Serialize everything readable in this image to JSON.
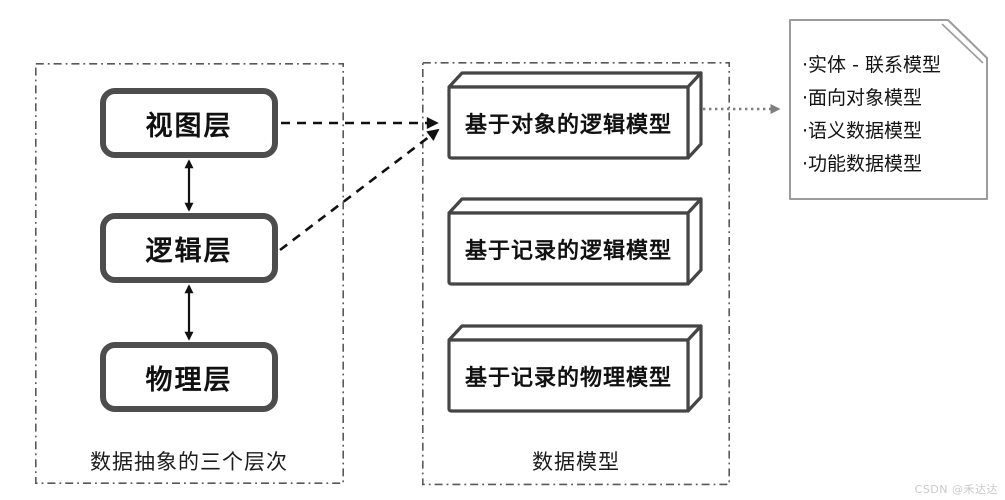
{
  "palette": {
    "layer_box_border": "#4d4d4d",
    "panel_border": "#595959",
    "model_box_border": "#454545",
    "note_border": "#9c9c9c",
    "arrow_black": "#111111",
    "arrow_gray": "#7f7f7f",
    "text": "#111111",
    "watermark": "#c9c9c9"
  },
  "abstraction_panel": {
    "label": "数据抽象的三个层次",
    "layers": [
      {
        "label": "视图层"
      },
      {
        "label": "逻辑层"
      },
      {
        "label": "物理层"
      }
    ]
  },
  "model_panel": {
    "label": "数据模型",
    "models": [
      {
        "label": "基于对象的逻辑模型"
      },
      {
        "label": "基于记录的逻辑模型"
      },
      {
        "label": "基于记录的物理模型"
      }
    ]
  },
  "note": {
    "items": [
      "·实体 - 联系模型",
      "·面向对象模型",
      "·语义数据模型",
      "·功能数据模型"
    ]
  },
  "watermark": "CSDN @禾达达"
}
